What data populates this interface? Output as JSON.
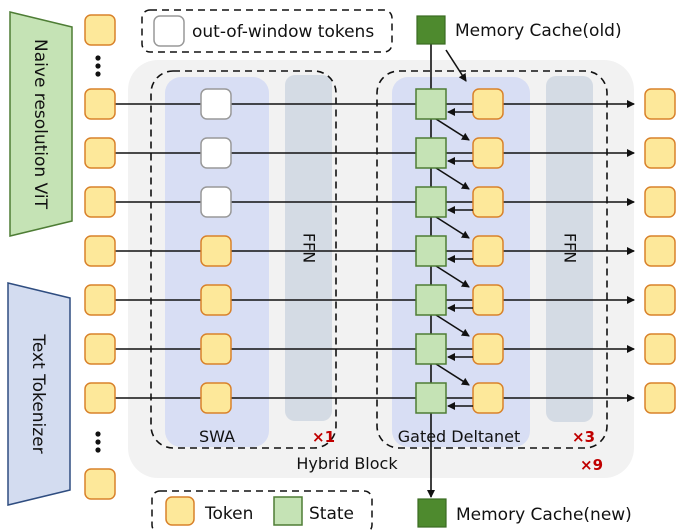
{
  "legend_top": {
    "label": "out-of-window tokens"
  },
  "legend_bottom": {
    "token_label": "Token",
    "state_label": "State"
  },
  "encoders": {
    "vision": "Naive resolution ViT",
    "text": "Text Tokenizer"
  },
  "memory": {
    "old_label": "Memory Cache(old)",
    "new_label": "Memory Cache(new)"
  },
  "hybrid_block": {
    "label": "Hybrid Block",
    "repeat": "×9"
  },
  "swa_group": {
    "label": "SWA",
    "ffn_label": "FFN",
    "repeat": "×1"
  },
  "gdn_group": {
    "label": "Gated Deltanet",
    "ffn_label": "FFN",
    "repeat": "×3"
  },
  "rows": [
    {
      "source": "vision",
      "swa_token": "out-of-window"
    },
    {
      "source": "vision",
      "swa_token": "out-of-window"
    },
    {
      "source": "vision",
      "swa_token": "out-of-window"
    },
    {
      "source": "text",
      "swa_token": "in-window"
    },
    {
      "source": "text",
      "swa_token": "in-window"
    },
    {
      "source": "text",
      "swa_token": "in-window"
    },
    {
      "source": "text",
      "swa_token": "in-window"
    }
  ],
  "colors": {
    "token_fill": "#fde89a",
    "token_stroke": "#d9822b",
    "state_fill": "#c5e3b5",
    "state_stroke": "#4e7d35",
    "memory_fill": "#4e8a2e",
    "memory_stroke": "#3a6b22",
    "vit_fill": "#c5e3b5",
    "vit_stroke": "#4e7d35",
    "tokenizer_fill": "#d3dcf0",
    "tokenizer_stroke": "#2f4d80",
    "hybrid_bg": "#f2f2f2",
    "panel_blue": "#d8def4",
    "ffn_gray": "#d4dbe4",
    "multiplier": "#c00000"
  }
}
